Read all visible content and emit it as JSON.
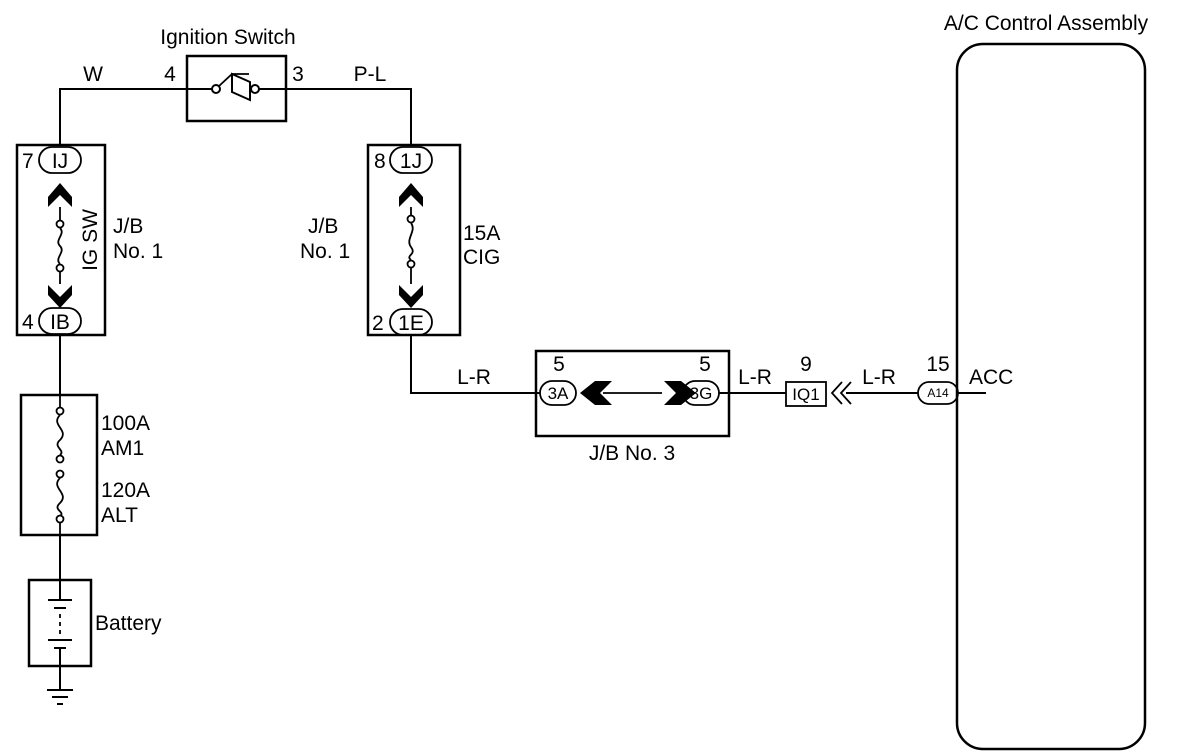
{
  "components": {
    "ignition_switch": {
      "label": "Ignition Switch",
      "pin_in": "4",
      "pin_out": "3"
    },
    "jb1_left": {
      "label_line1": "J/B",
      "label_line2": "No. 1",
      "fuse_label": "IG SW",
      "top_pin": "7",
      "top_conn": "IJ",
      "bottom_pin": "4",
      "bottom_conn": "IB"
    },
    "jb1_right": {
      "label_line1": "J/B",
      "label_line2": "No. 1",
      "fuse_amp": "15A",
      "fuse_name": "CIG",
      "top_pin": "8",
      "top_conn": "1J",
      "bottom_pin": "2",
      "bottom_conn": "1E"
    },
    "fusible_links": {
      "f1_amp": "100A",
      "f1_name": "AM1",
      "f2_amp": "120A",
      "f2_name": "ALT"
    },
    "battery": {
      "label": "Battery"
    },
    "jb3": {
      "label": "J/B No. 3",
      "left_pin": "5",
      "left_conn": "3A",
      "right_pin": "5",
      "right_conn": "3G"
    },
    "connector_iq1": {
      "pin": "9",
      "label": "IQ1"
    },
    "ac_control": {
      "label": "A/C Control Assembly",
      "pin": "15",
      "conn": "A14",
      "terminal": "ACC"
    }
  },
  "wires": {
    "w_top_left": "W",
    "w_top_right": "P-L",
    "w_jb1_to_jb3": "L-R",
    "w_jb3_to_iq1": "L-R",
    "w_iq1_to_ac": "L-R"
  }
}
